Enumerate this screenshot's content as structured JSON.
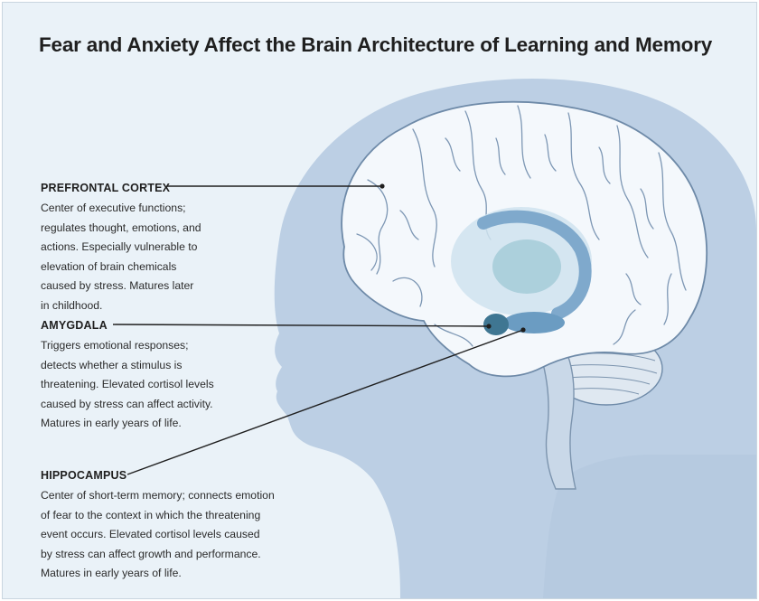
{
  "title": "Fear and Anxiety Affect the Brain Architecture of Learning and Memory",
  "regions": [
    {
      "id": "prefrontal-cortex",
      "heading": "PREFRONTAL CORTEX",
      "lines": [
        "Center of executive functions;",
        "regulates thought, emotions, and",
        "actions. Especially vulnerable to",
        "elevation of brain chemicals",
        "caused by stress. Matures later",
        "in childhood."
      ]
    },
    {
      "id": "amygdala",
      "heading": "AMYGDALA",
      "lines": [
        "Triggers emotional responses;",
        "detects whether a stimulus is",
        "threatening. Elevated cortisol levels",
        "caused by stress can affect activity.",
        "Matures in early years of life."
      ]
    },
    {
      "id": "hippocampus",
      "heading": "HIPPOCAMPUS",
      "lines": [
        "Center of short-term memory; connects emotion",
        "of fear to the context in which the threatening",
        "event occurs. Elevated cortisol levels caused",
        "by stress can affect growth and performance.",
        "Matures in early years of life."
      ]
    }
  ],
  "colors": {
    "background": "#eaf2f8",
    "head_silhouette": "#bccfe4",
    "cortex": "#f4f8fc",
    "limbic": "#9ec2de",
    "amygdala": "#3f7692",
    "leader_line": "#1f1f1f"
  }
}
